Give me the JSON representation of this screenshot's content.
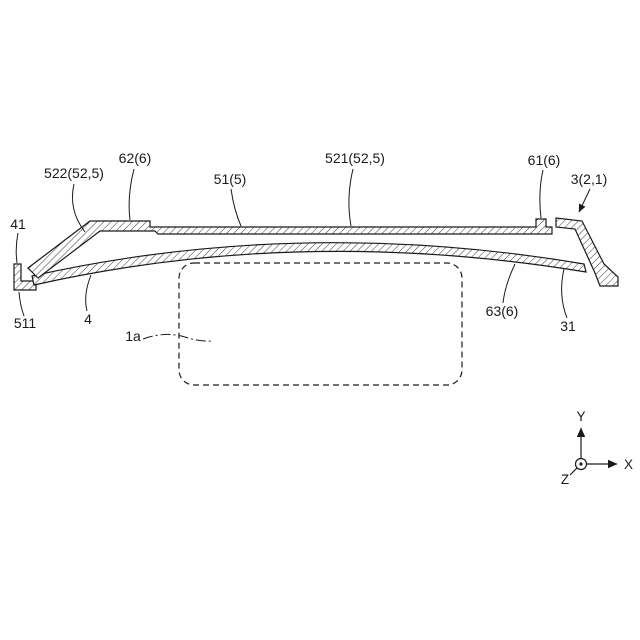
{
  "figure": {
    "labels": {
      "ref_522": "522(52,5)",
      "ref_62": "62(6)",
      "ref_51": "51(5)",
      "ref_521": "521(52,5)",
      "ref_61": "61(6)",
      "ref_3": "3(2,1)",
      "ref_41": "41",
      "ref_511": "511",
      "ref_4": "4",
      "ref_1a": "1a",
      "ref_63": "63(6)",
      "ref_31": "31"
    },
    "axes": {
      "x": "X",
      "y": "Y",
      "z": "Z"
    },
    "colors": {
      "line": "#1a1a1a",
      "background": "#ffffff"
    }
  }
}
